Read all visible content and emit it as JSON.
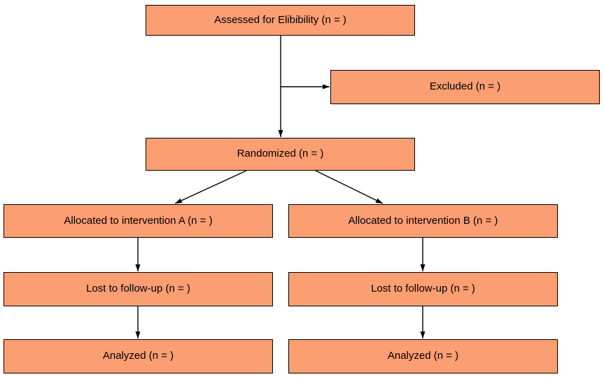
{
  "colors": {
    "background": "#ffffff",
    "box_fill": "#FB9E72",
    "box_border": "#000000",
    "arrow_color": "#000000",
    "text_color": "#000000"
  },
  "diagram": {
    "boxes": {
      "assessed": {
        "label": "Assessed for Elibibility (n = )"
      },
      "excluded": {
        "label": "Excluded (n = )"
      },
      "randomized": {
        "label": "Randomized (n = )"
      },
      "allocated_a": {
        "label": "Allocated to intervention A (n = )"
      },
      "allocated_b": {
        "label": "Allocated to intervention B (n = )"
      },
      "lost_a": {
        "label": "Lost to follow-up (n = )"
      },
      "lost_b": {
        "label": "Lost to follow-up (n = )"
      },
      "analyzed_a": {
        "label": "Analyzed (n = )"
      },
      "analyzed_b": {
        "label": "Analyzed (n = )"
      }
    }
  }
}
